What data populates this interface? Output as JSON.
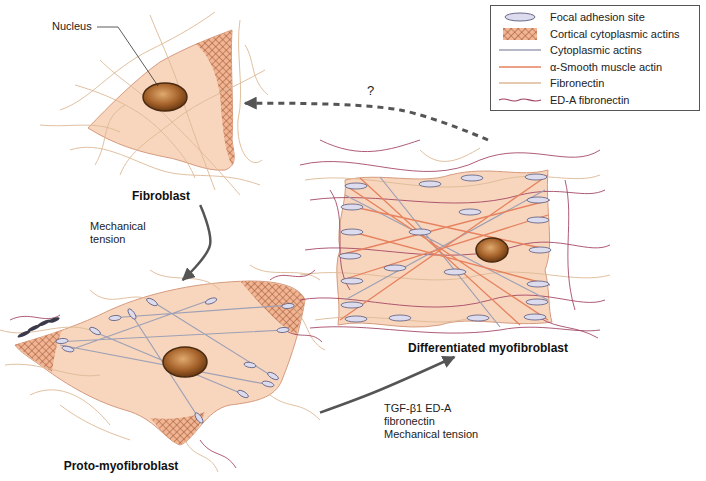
{
  "diagram": {
    "nodes": [
      {
        "text": [
          "Fibroblast"
        ]
      },
      {
        "text": [
          "Proto-myofibroblast"
        ]
      },
      {
        "text": [
          "Differentiated myofibroblast"
        ]
      }
    ],
    "edges": [
      {
        "from": 0,
        "to": 1,
        "arrow": "to",
        "label": "Mechanical tension"
      },
      {
        "from": 1,
        "to": 2,
        "arrow": "to",
        "label": "TGF-β1 ED-A fibronectin Mechanical tension"
      },
      {
        "from": 2,
        "to": 0,
        "arrow": "to",
        "label": "?"
      }
    ],
    "labels": [
      "Nucleus"
    ],
    "legend": [
      {
        "text": "Focal adhesion site"
      },
      {
        "text": "Cortical cytoplasmic actins"
      },
      {
        "text": "Cytoplasmic actins"
      },
      {
        "text": "α-Smooth muscle actin"
      },
      {
        "text": "Fibronectin"
      },
      {
        "text": "ED-A fibronectin"
      }
    ]
  }
}
